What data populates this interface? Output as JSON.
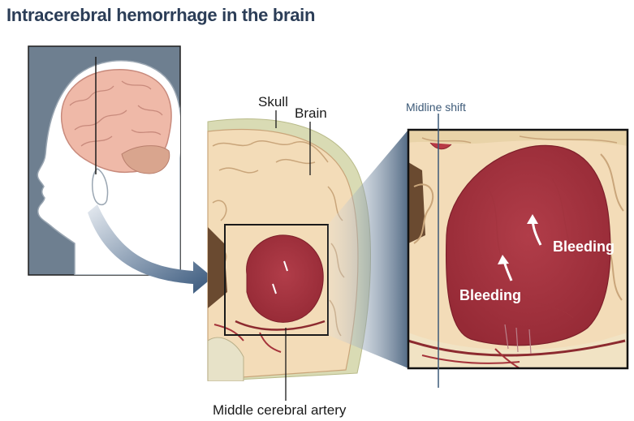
{
  "title": "Intracerebral hemorrhage in the brain",
  "labels": {
    "skull": "Skull",
    "brain": "Brain",
    "midline_shift": "Midline shift",
    "bleeding_upper": "Bleeding",
    "bleeding_lower": "Bleeding",
    "middle_cerebral_artery": "Middle cerebral artery"
  },
  "colors": {
    "title": "#2b3d57",
    "panel_bg": "#6e7f90",
    "hemorrhage": "#a8343f",
    "brain_pink": "#efb9a8",
    "cortex_tan": "#f3dcb8",
    "skull_green": "#d9dbb4",
    "arrow_blue": "#3f5c7e"
  }
}
